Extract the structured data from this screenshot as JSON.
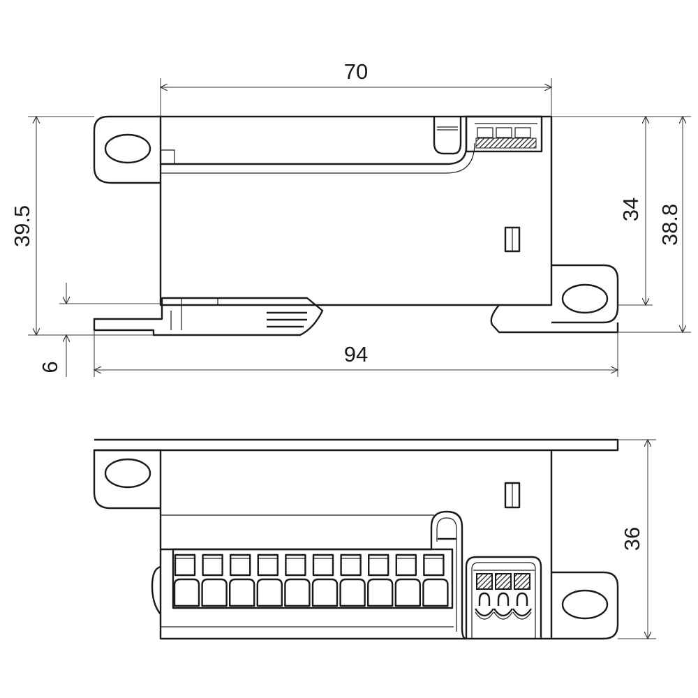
{
  "drawing": {
    "top_view": {
      "dimensions": {
        "body_width": "70",
        "overall_height_left": "39.5",
        "foot_height": "6",
        "overall_width": "94",
        "body_height": "34",
        "overall_height_right": "38.8"
      }
    },
    "bottom_view": {
      "dimensions": {
        "height": "36"
      },
      "terminal_count": 10,
      "small_terminal_count": 3
    },
    "line_color": "#1a1a1a"
  }
}
